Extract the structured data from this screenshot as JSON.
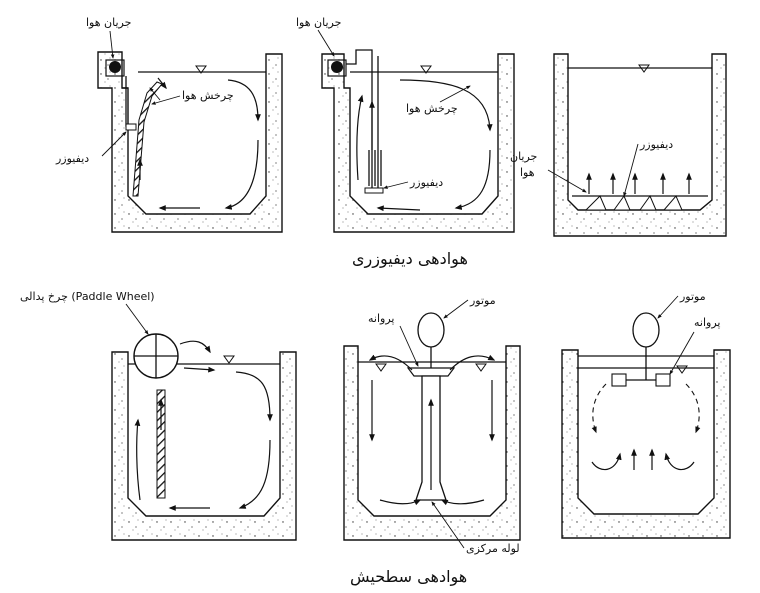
{
  "captions": {
    "diffused": "هوادهی دیفیوزری",
    "surface": "هوادهی سطحیش"
  },
  "labels": {
    "p1_air_flow": "جریان هوا",
    "p1_air_swirl": "چرخش هوا",
    "p1_diffuser": "دیفیوزر",
    "p2_air_flow": "جریان هوا",
    "p2_air_swirl": "چرخش هوا",
    "p2_diffuser": "دیفیوزر",
    "p3_diffuser": "دیفیوزر",
    "p3_air_flow_1": "جریان",
    "p3_air_flow_2": "هوا",
    "p4_paddle_wheel": "چرخ پدالی (Paddle Wheel)",
    "p5_motor": "موتور",
    "p5_propeller": "پروانه",
    "p5_central_tube": "لوله مرکزی",
    "p6_motor": "موتور",
    "p6_propeller": "پروانه"
  },
  "colors": {
    "ink": "#111111",
    "concrete_fill": "#ffffff",
    "background": "#ffffff"
  }
}
